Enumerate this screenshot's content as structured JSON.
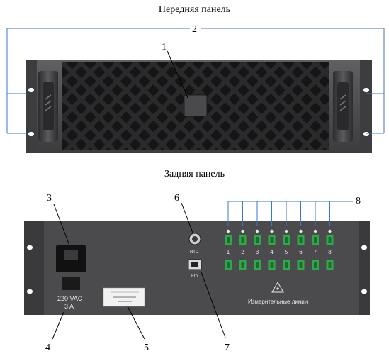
{
  "front_title": "Передняя панель",
  "rear_title": "Задняя панель",
  "callouts": {
    "c1": "1",
    "c2": "2",
    "c3": "3",
    "c4": "4",
    "c5": "5",
    "c6": "6",
    "c7": "7",
    "c8": "8"
  },
  "rear_labels": {
    "power_text_1": "220 VAC",
    "power_text_2": "3 A",
    "rtd": "RTD",
    "eth": "Eth",
    "lines": "Измерительные линии"
  },
  "port_numbers": [
    "1",
    "2",
    "3",
    "4",
    "5",
    "6",
    "7",
    "8"
  ],
  "colors": {
    "panel": "#4d4d4f",
    "panel_dark": "#2c2c2e",
    "callout_line": "#3a78c9",
    "port_green": "#2fa84a",
    "led": "#e8e8e8"
  },
  "icons": {
    "front_handles": "handle-icon",
    "power_socket": "power-socket-icon",
    "rtd_connector": "circular-connector-icon",
    "eth_port": "ethernet-port-icon",
    "laser_warning": "laser-warning-icon"
  }
}
